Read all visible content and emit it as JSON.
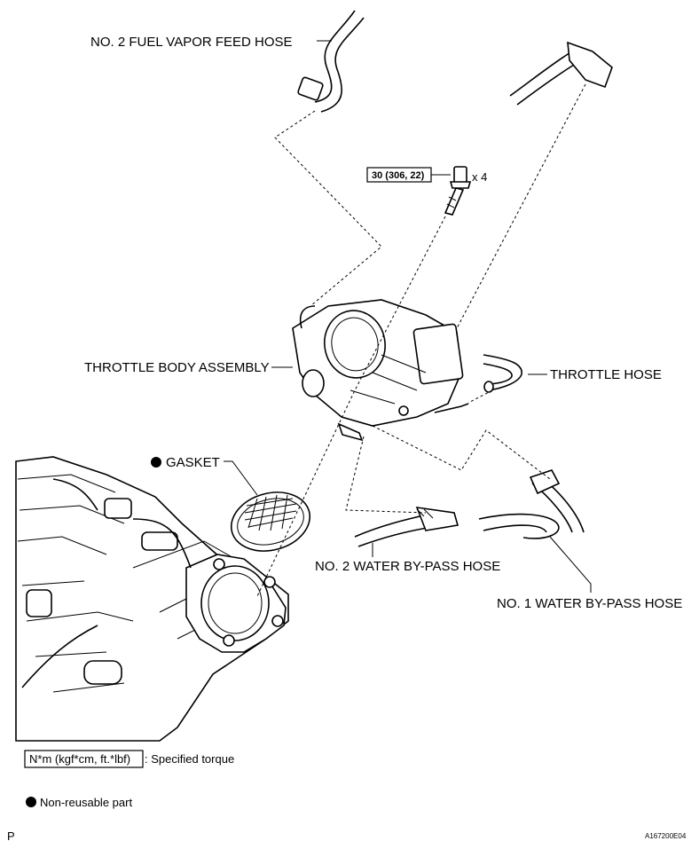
{
  "labels": {
    "fuel_vapor_hose": "NO. 2 FUEL VAPOR FEED HOSE",
    "throttle_body": "THROTTLE BODY ASSEMBLY",
    "throttle_hose": "THROTTLE HOSE",
    "gasket": "GASKET",
    "water_bypass_2": "NO. 2 WATER BY-PASS HOSE",
    "water_bypass_1": "NO. 1 WATER BY-PASS HOSE"
  },
  "torque": {
    "value": "30 (306, 22)",
    "quantity": "x 4"
  },
  "legend": {
    "torque_box": "N*m (kgf*cm, ft.*lbf)",
    "torque_text": ": Specified torque",
    "non_reusable": "Non-reusable part"
  },
  "footer": {
    "corner_letter": "P",
    "figure_code": "A167200E04"
  }
}
